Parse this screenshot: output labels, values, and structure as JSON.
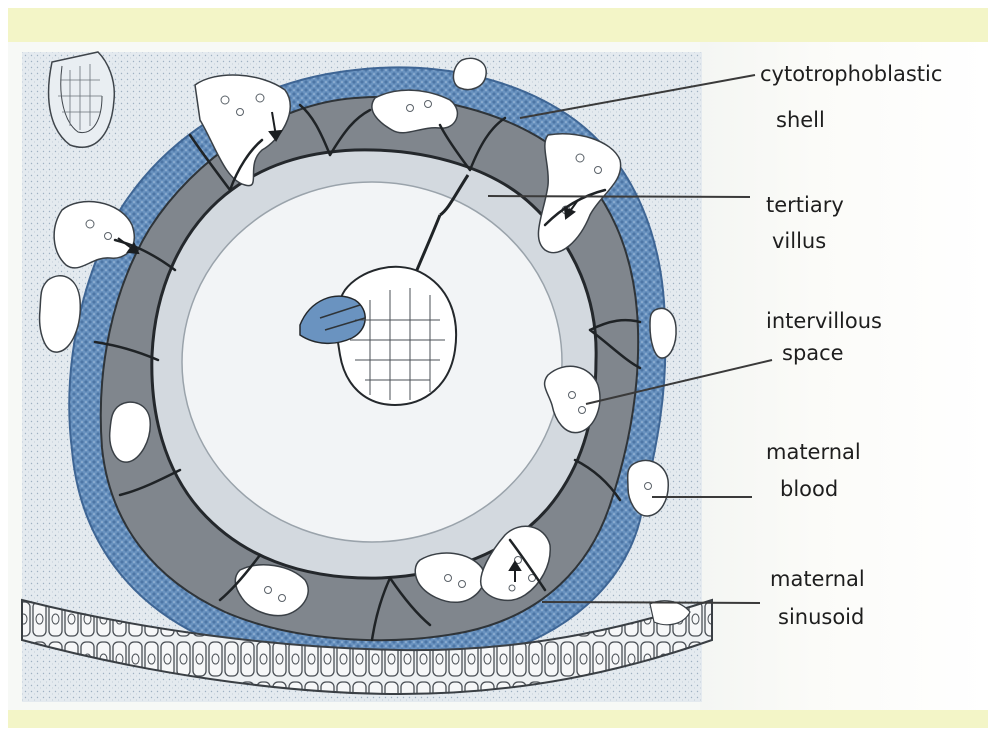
{
  "labels": {
    "cytotrophoblastic_line1": "cytotrophoblastic",
    "cytotrophoblastic_line2": "shell",
    "tertiary_line1": "tertiary",
    "tertiary_line2": "villus",
    "intervillous_line1": "intervillous",
    "intervillous_line2": "space",
    "maternal_blood_line1": "maternal",
    "maternal_blood_line2": "blood",
    "maternal_sinusoid_line1": "maternal",
    "maternal_sinusoid_line2": "sinusoid"
  },
  "colors": {
    "shell_blue": "#5f88b8",
    "villus_gray": "#7b8088",
    "chorion_light": "#d6dce2",
    "cavity": "#f4f6f8",
    "background_stipple": "#d9e2ea",
    "highlight_band": "#f3f5c7"
  },
  "icons": {
    "flow_arrow": "arrow-icon",
    "epithelium": "cell-layer"
  }
}
